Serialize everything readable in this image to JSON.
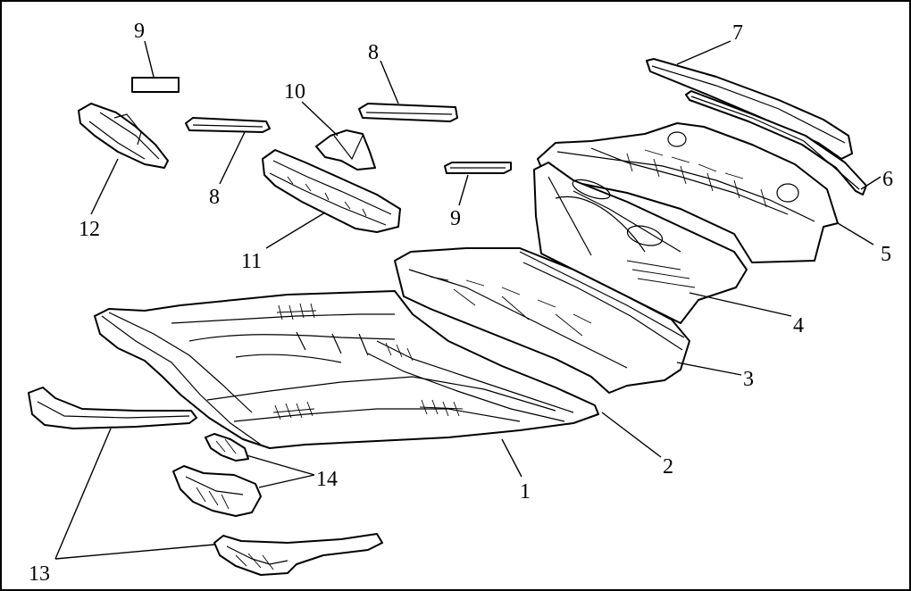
{
  "diagram": {
    "labels": [
      {
        "id": "n1",
        "text": "1"
      },
      {
        "id": "n2",
        "text": "2"
      },
      {
        "id": "n3",
        "text": "3"
      },
      {
        "id": "n4",
        "text": "4"
      },
      {
        "id": "n5",
        "text": "5"
      },
      {
        "id": "n6",
        "text": "6"
      },
      {
        "id": "n7",
        "text": "7"
      },
      {
        "id": "n8a",
        "text": "8"
      },
      {
        "id": "n8b",
        "text": "8"
      },
      {
        "id": "n9a",
        "text": "9"
      },
      {
        "id": "n9b",
        "text": "9"
      },
      {
        "id": "n10",
        "text": "10"
      },
      {
        "id": "n11",
        "text": "11"
      },
      {
        "id": "n12",
        "text": "12"
      },
      {
        "id": "n13",
        "text": "13"
      },
      {
        "id": "n14",
        "text": "14"
      }
    ]
  }
}
